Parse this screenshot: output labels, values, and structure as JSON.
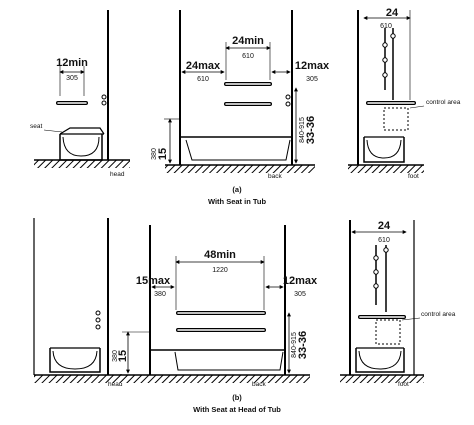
{
  "figure_a": {
    "label": "(a)",
    "caption": "With Seat in Tub",
    "head_view": {
      "dim_in": "12min",
      "dim_mm": "305",
      "seat_label": "seat",
      "wall_label": "head"
    },
    "back_view": {
      "top_dim_in": "24min",
      "top_dim_mm": "610",
      "left_dim_in": "24max",
      "left_dim_mm": "610",
      "right_dim_in": "12max",
      "right_dim_mm": "305",
      "height_range_in": "33-36",
      "height_range_mm": "840-915",
      "seat_height_in": "15",
      "seat_height_mm": "380",
      "wall_label": "back"
    },
    "foot_view": {
      "top_dim_in": "24",
      "top_dim_mm": "610",
      "control_label": "control area",
      "wall_label": "foot"
    }
  },
  "figure_b": {
    "label": "(b)",
    "caption": "With Seat at Head of Tub",
    "head_view": {
      "wall_label": "head"
    },
    "back_view": {
      "top_dim_in": "48min",
      "top_dim_mm": "1220",
      "left_dim_in": "15max",
      "left_dim_mm": "380",
      "right_dim_in": "12max",
      "right_dim_mm": "305",
      "height_range_in": "33-36",
      "height_range_mm": "840-915",
      "seat_height_in": "15",
      "seat_height_mm": "380",
      "wall_label": "back"
    },
    "foot_view": {
      "top_dim_in": "24",
      "top_dim_mm": "610",
      "control_label": "control area",
      "wall_label": "foot"
    }
  }
}
